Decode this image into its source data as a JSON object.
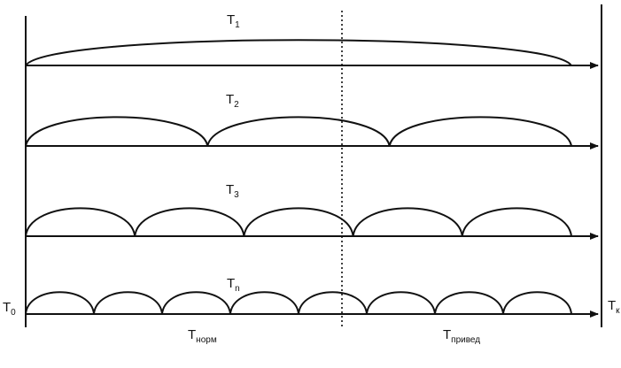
{
  "start_label": {
    "main": "T",
    "sub": "0"
  },
  "end_label": {
    "main": "T",
    "sub": "к"
  },
  "zone_labels": {
    "left": {
      "main": "T",
      "sub": "норм"
    },
    "right": {
      "main": "T",
      "sub": "привед"
    }
  },
  "rows": [
    {
      "main": "T",
      "sub": "1",
      "intervals": 1
    },
    {
      "main": "T",
      "sub": "2",
      "intervals": 3
    },
    {
      "main": "T",
      "sub": "3",
      "intervals": 5
    },
    {
      "main": "T",
      "sub": "n",
      "intervals": 8
    }
  ]
}
